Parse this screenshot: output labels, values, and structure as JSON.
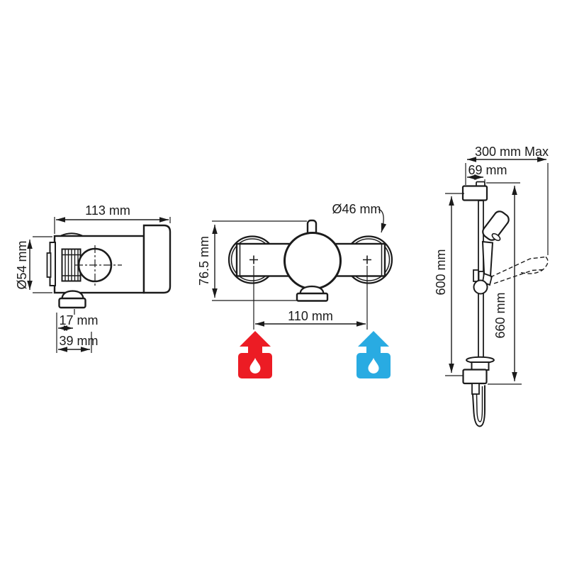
{
  "colors": {
    "ink": "#1b1b1b",
    "hot": "#EC1C24",
    "cold": "#29ABE2",
    "paper": "#ffffff"
  },
  "views": {
    "side": {
      "dims": {
        "length": "113 mm",
        "diameter": "Ø54 mm",
        "outlet_offset": "17 mm",
        "outlet_depth": "39 mm"
      }
    },
    "front": {
      "dims": {
        "height": "76.5 mm",
        "flange_diameter": "Ø46 mm",
        "inlet_spacing": "110 mm"
      }
    },
    "rail": {
      "dims": {
        "max_reach": "300 mm Max",
        "bracket_depth": "69 mm",
        "rail_length": "600 mm",
        "overall_height": "660 mm"
      }
    }
  }
}
